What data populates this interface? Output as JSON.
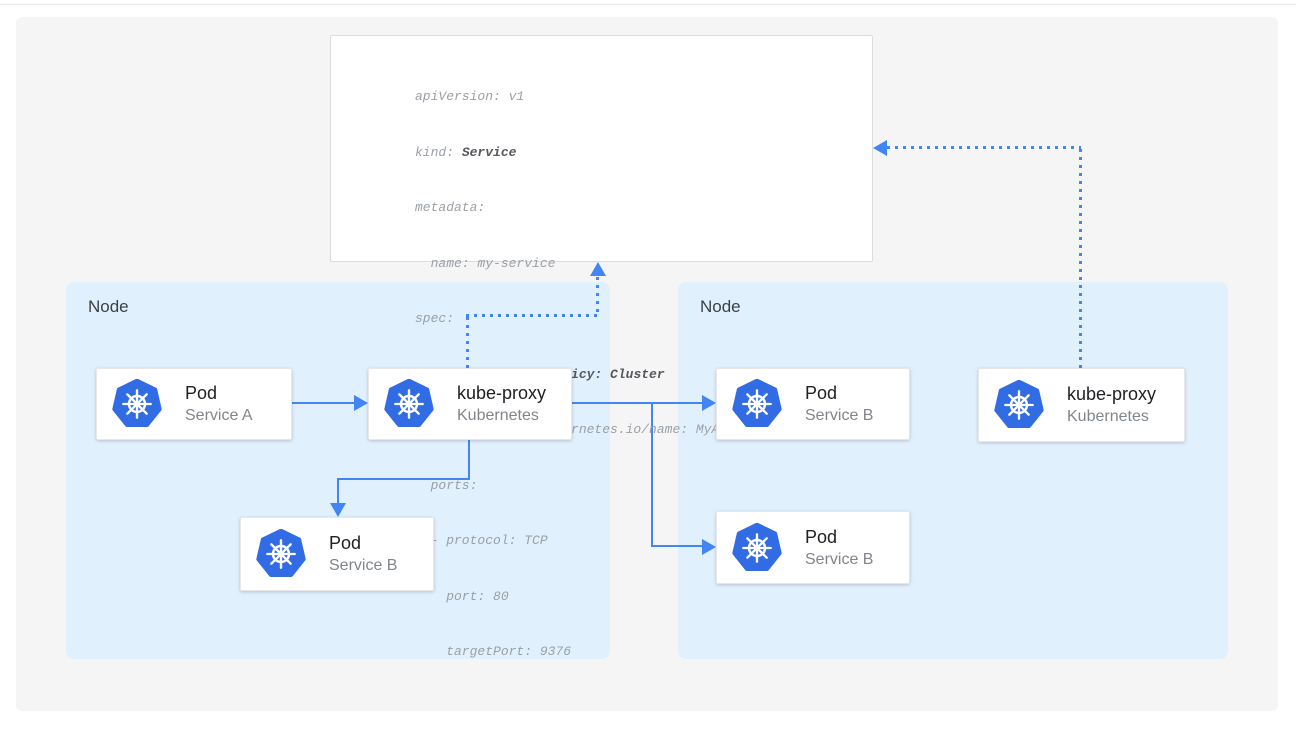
{
  "yaml_manifest": {
    "l1": "apiVersion: v1",
    "l2a": "kind: ",
    "l2b": "Service",
    "l3": "metadata:",
    "l4": "  name: my-service",
    "l5": "spec:",
    "l6a": "  ",
    "l6b": "internalTrafficPolicy: Cluster",
    "l7": "  selector: app.kubernetes.io/name: MyApp",
    "l8": "  ports:",
    "l9": "  - protocol: TCP",
    "l10": "    port: 80",
    "l11": "    targetPort: 9376"
  },
  "nodes": [
    {
      "label": "Node",
      "pods": [
        {
          "title": "Pod",
          "subtitle": "Service A",
          "icon": "kubernetes-icon"
        },
        {
          "title": "kube-proxy",
          "subtitle": "Kubernetes",
          "icon": "kubernetes-icon"
        },
        {
          "title": "Pod",
          "subtitle": "Service B",
          "icon": "kubernetes-icon"
        }
      ]
    },
    {
      "label": "Node",
      "pods": [
        {
          "title": "Pod",
          "subtitle": "Service B",
          "icon": "kubernetes-icon"
        },
        {
          "title": "kube-proxy",
          "subtitle": "Kubernetes",
          "icon": "kubernetes-icon"
        },
        {
          "title": "Pod",
          "subtitle": "Service B",
          "icon": "kubernetes-icon"
        }
      ]
    }
  ],
  "colors": {
    "arrow_blue": "#4285f4",
    "kubernetes_icon_blue": "#326ce5",
    "node_background": "#e1f0fd",
    "canvas_background": "#f5f5f6",
    "code_text": "#9aa0a6",
    "code_bold_text": "#55585c"
  }
}
